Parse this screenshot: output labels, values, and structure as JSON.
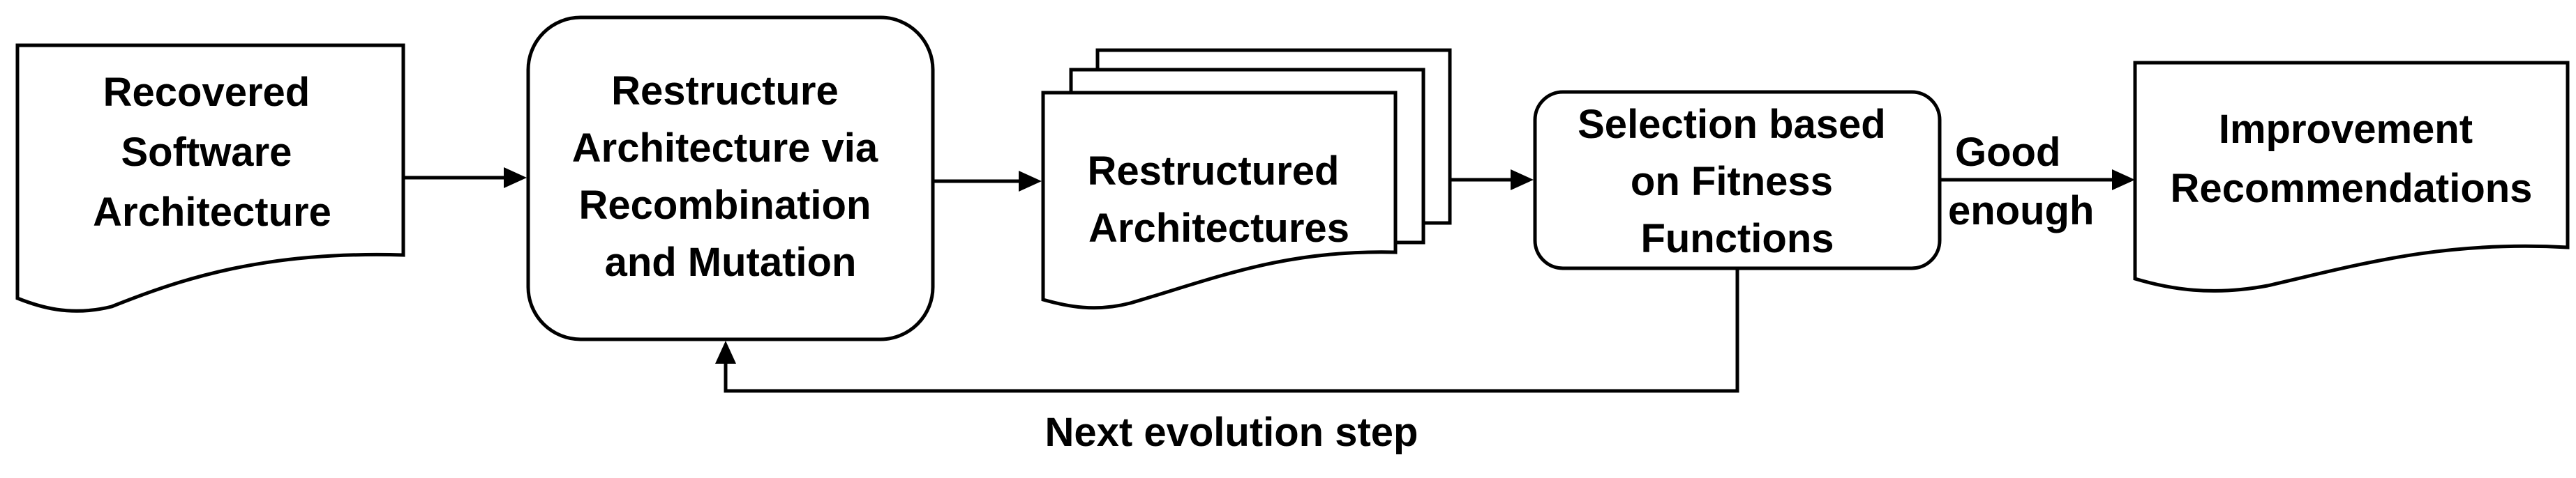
{
  "diagram": {
    "recovered": [
      "Recovered",
      "Software",
      "Architecture"
    ],
    "restructure": [
      "Restructure",
      "Architecture via",
      "Recombination",
      "and Mutation"
    ],
    "restructured": [
      "Restructured",
      "Architectures"
    ],
    "selection": [
      "Selection based",
      "on Fitness",
      "Functions"
    ],
    "improvement": [
      "Improvement",
      "Recommendations"
    ],
    "good_enough": [
      "Good",
      "enough"
    ],
    "next_step": "Next evolution step"
  }
}
